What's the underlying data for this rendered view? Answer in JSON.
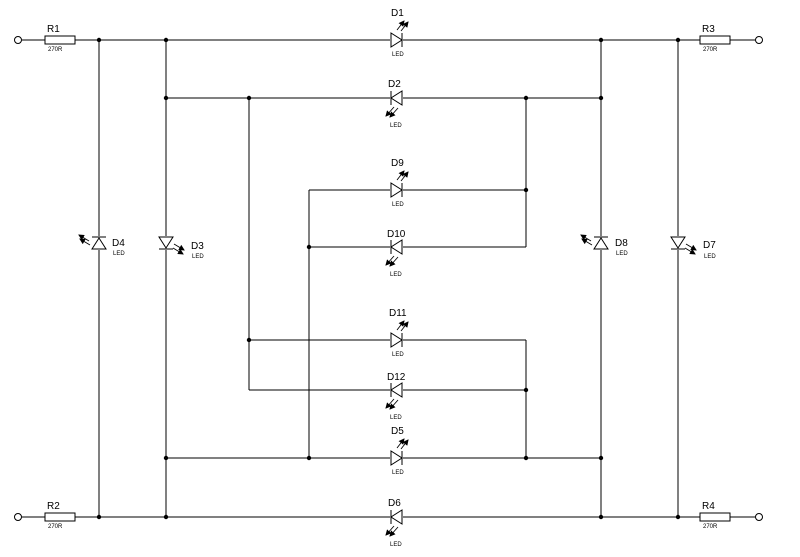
{
  "resistors": [
    {
      "ref": "R1",
      "value": "270R"
    },
    {
      "ref": "R2",
      "value": "270R"
    },
    {
      "ref": "R3",
      "value": "270R"
    },
    {
      "ref": "R4",
      "value": "270R"
    }
  ],
  "diodes": [
    {
      "ref": "D1",
      "type": "LED"
    },
    {
      "ref": "D2",
      "type": "LED"
    },
    {
      "ref": "D3",
      "type": "LED"
    },
    {
      "ref": "D4",
      "type": "LED"
    },
    {
      "ref": "D5",
      "type": "LED"
    },
    {
      "ref": "D6",
      "type": "LED"
    },
    {
      "ref": "D7",
      "type": "LED"
    },
    {
      "ref": "D8",
      "type": "LED"
    },
    {
      "ref": "D9",
      "type": "LED"
    },
    {
      "ref": "D10",
      "type": "LED"
    },
    {
      "ref": "D11",
      "type": "LED"
    },
    {
      "ref": "D12",
      "type": "LED"
    }
  ]
}
